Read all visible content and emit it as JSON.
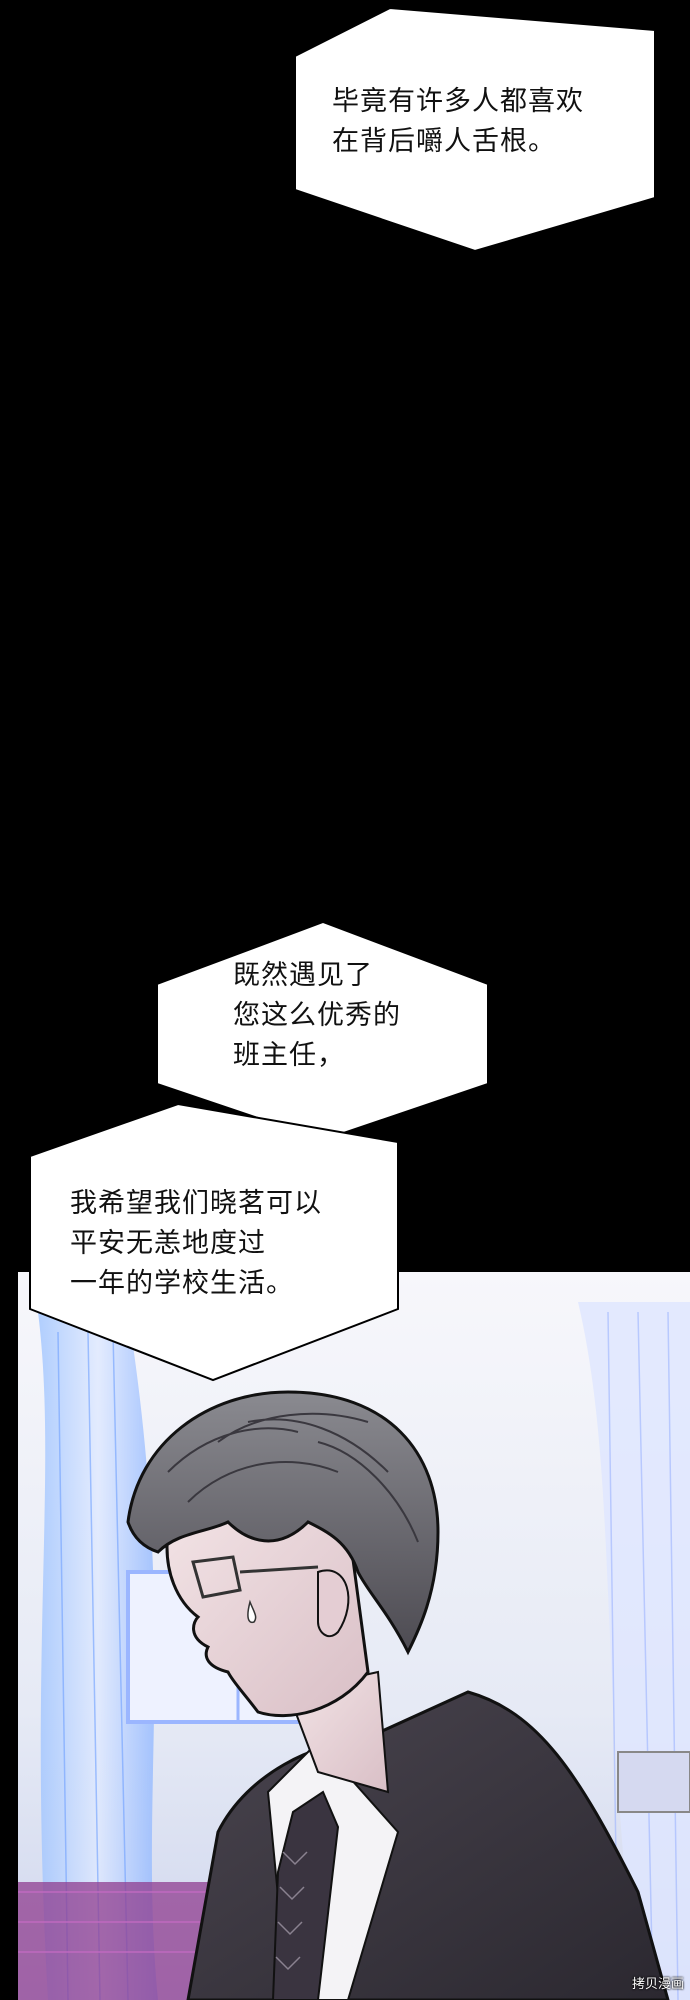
{
  "bubbles": [
    {
      "id": "bubble-1",
      "lines": [
        "毕竟有许多人都喜欢",
        "在背后嚼人舌根。"
      ]
    },
    {
      "id": "bubble-2",
      "lines": [
        "既然遇见了",
        "您这么优秀的",
        "班主任，"
      ]
    },
    {
      "id": "bubble-3",
      "lines": [
        "我希望我们晓茗可以",
        "平安无恙地度过",
        "一年的学校生活。"
      ]
    }
  ],
  "panel": {
    "subject": "man-in-glasses-and-suit"
  },
  "watermark": {
    "text": "拷贝漫画"
  },
  "colors": {
    "background": "#000000",
    "bubble_fill": "#ffffff",
    "text": "#111111"
  }
}
